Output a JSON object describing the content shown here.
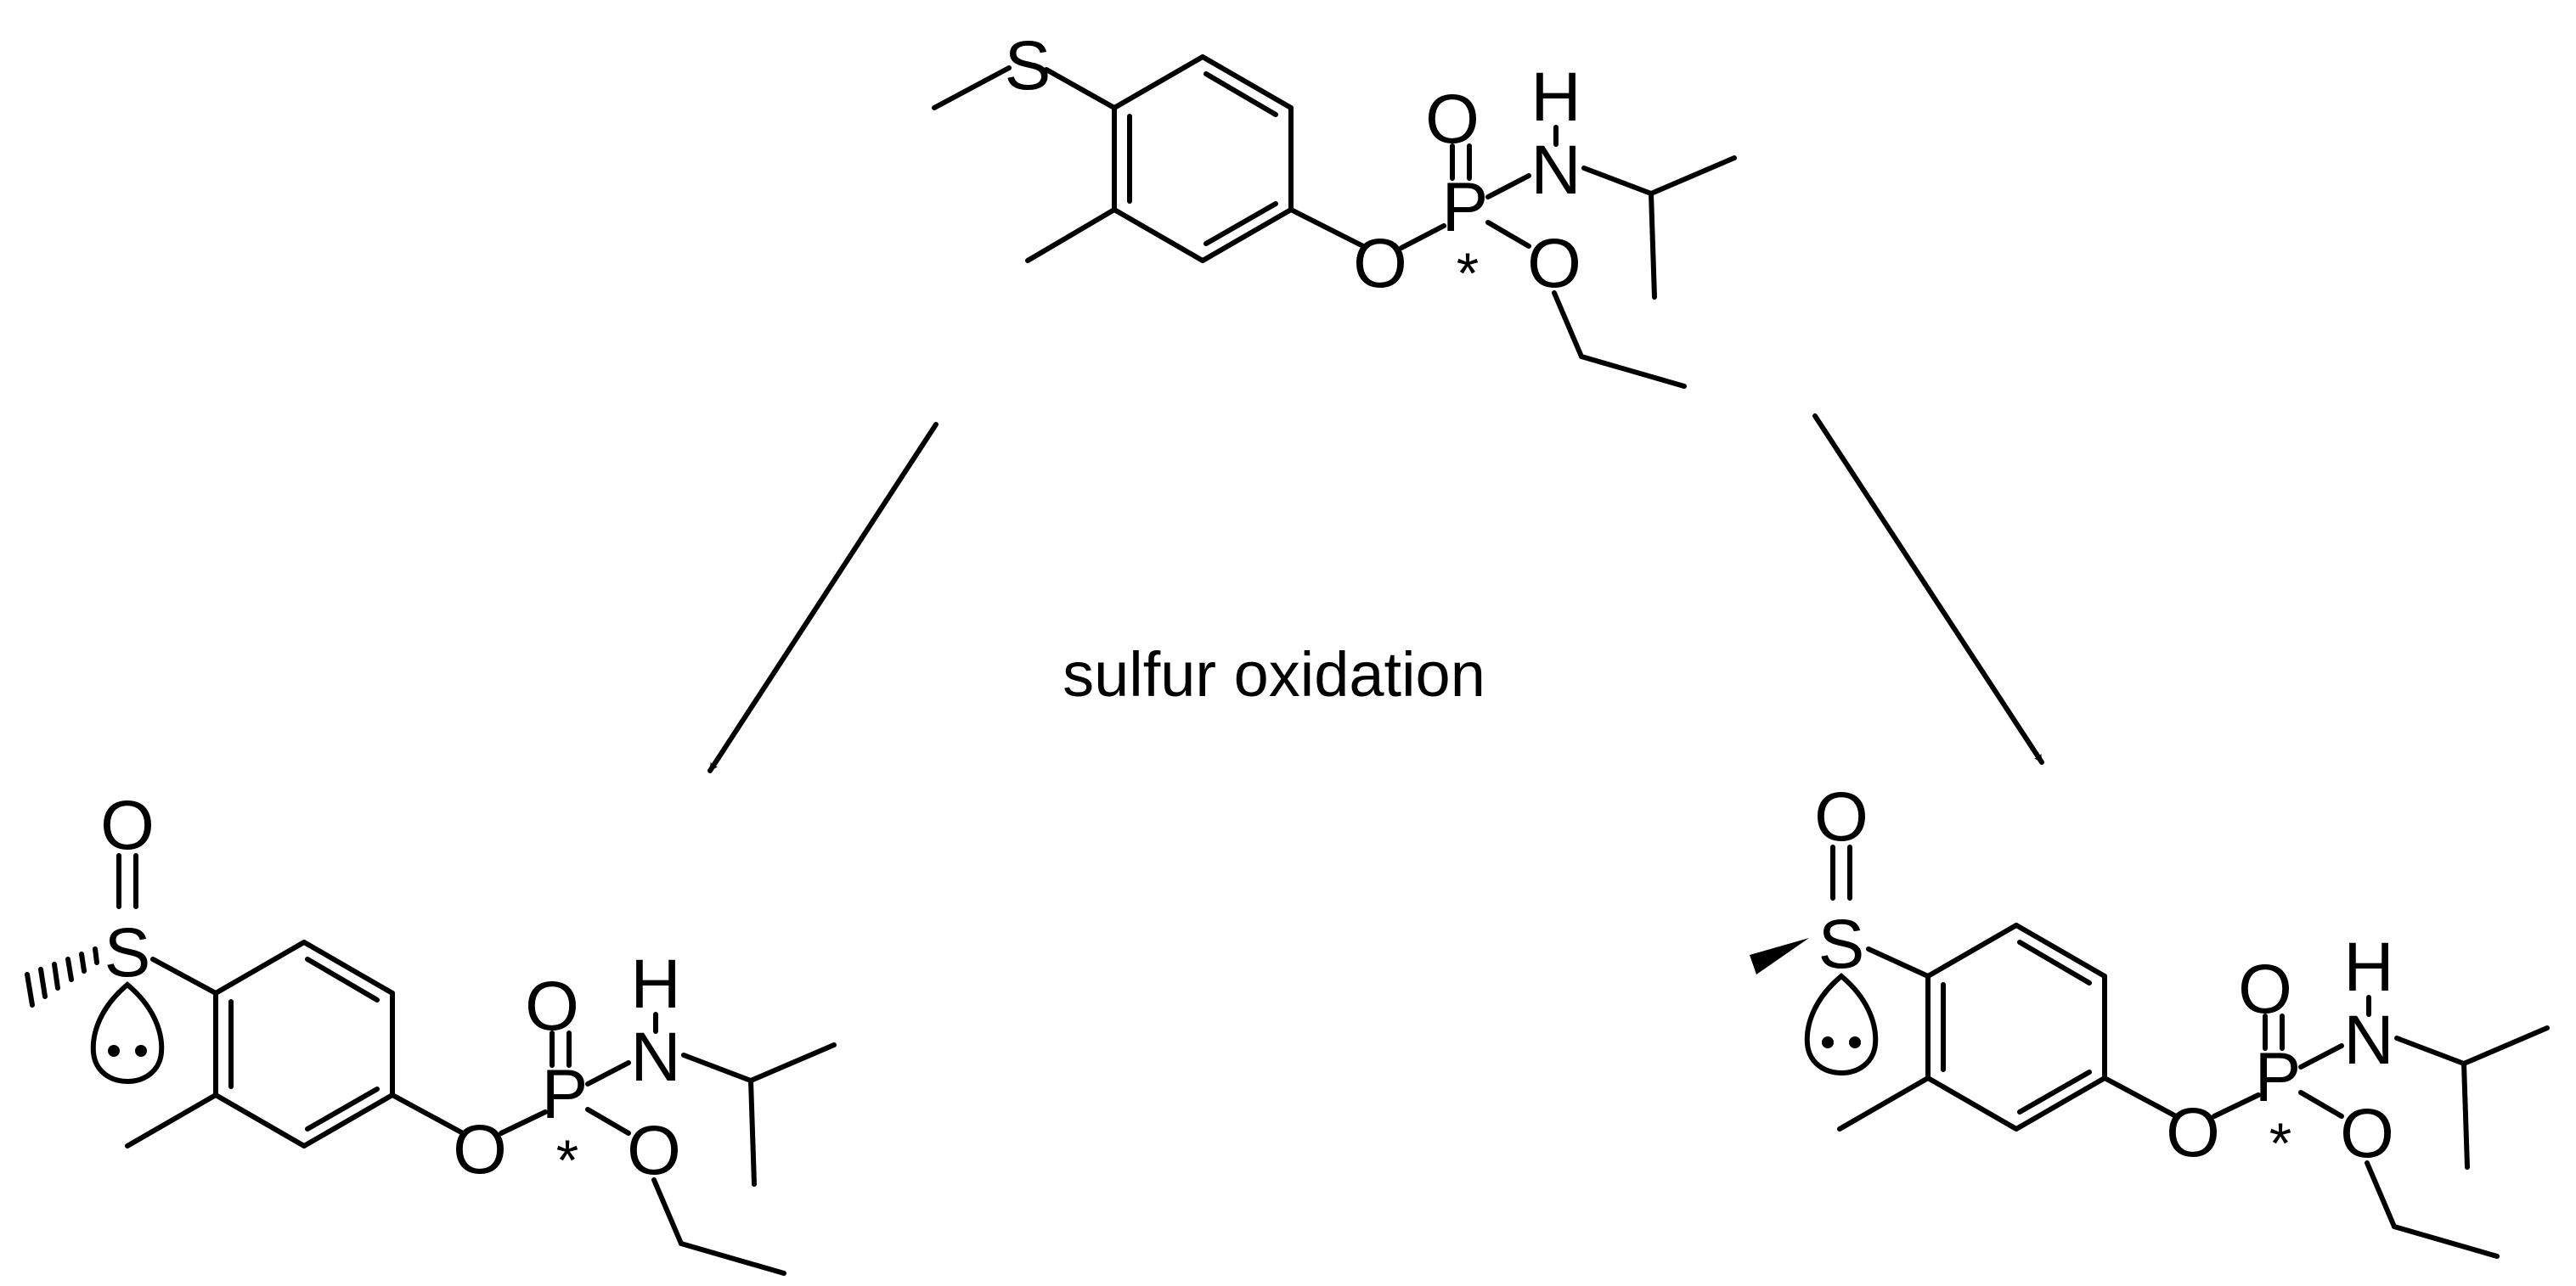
{
  "diagram": {
    "caption": "sulfur oxidation",
    "atom_labels": {
      "sulfur": "S",
      "oxygen": "O",
      "phosphorus": "P",
      "nitrogen": "N",
      "hydrogen": "H",
      "stereocenter": "*"
    },
    "molecules": [
      {
        "role": "reactant"
      },
      {
        "role": "product-left"
      },
      {
        "role": "product-right"
      }
    ]
  }
}
